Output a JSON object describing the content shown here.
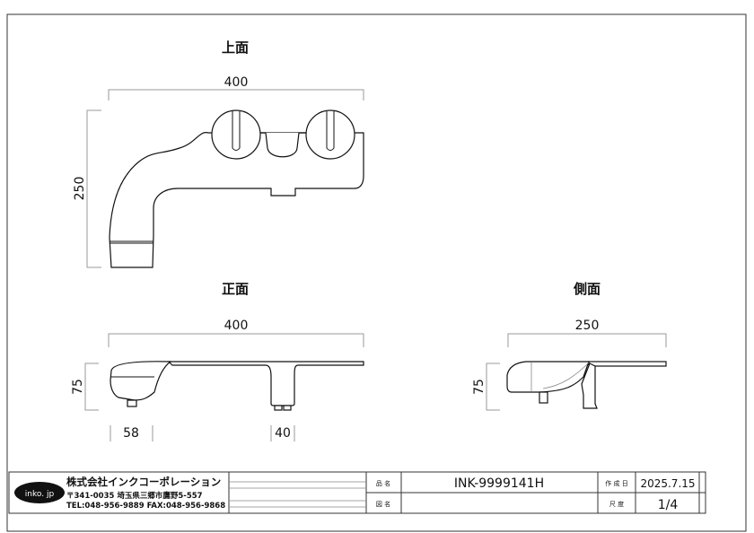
{
  "views": {
    "top": {
      "title": "上面",
      "width_dim": "400",
      "depth_dim": "250"
    },
    "front": {
      "title": "正面",
      "width_dim": "400",
      "height_dim": "75",
      "head_dim": "58",
      "pillar_dim": "40"
    },
    "side": {
      "title": "側面",
      "depth_dim": "250",
      "height_dim": "75"
    }
  },
  "title_block": {
    "logo": "inko. jp",
    "company": "株式会社インクコーポレーション",
    "address": "〒341-0035 埼玉県三郷市鷹野5-557",
    "contact": "TEL:048-956-9889  FAX:048-956-9868",
    "product_name_label": "品 名",
    "product_name": "INK-9999141H",
    "drawing_name_label": "図 名",
    "drawing_name": "",
    "created_label": "作 成 日",
    "created_date": "2025.7.15",
    "scale_label": "尺 度",
    "scale": "1/4"
  }
}
